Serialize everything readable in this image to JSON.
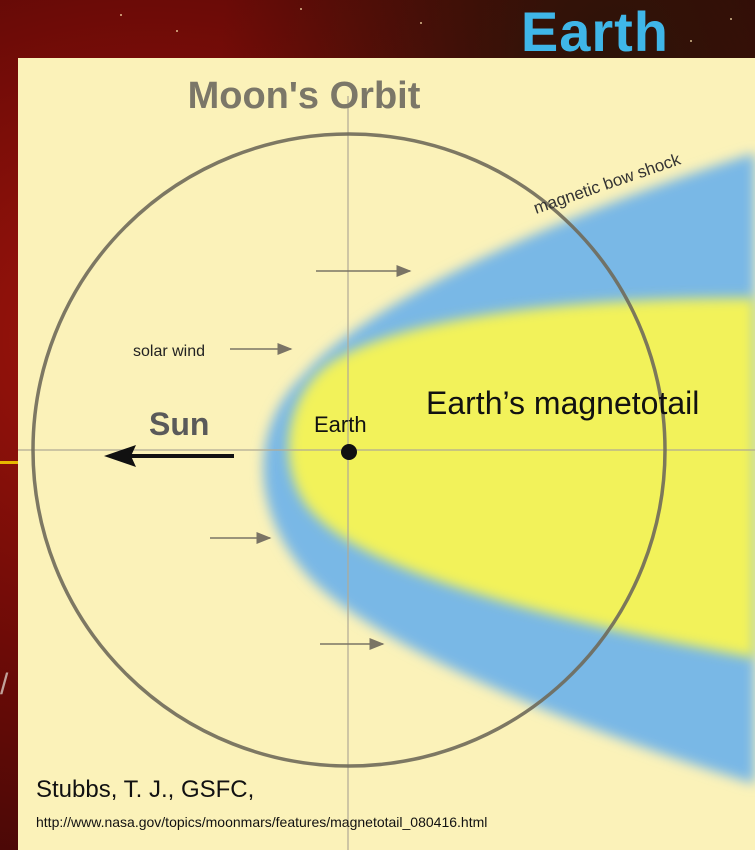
{
  "slide": {
    "title": "Earth"
  },
  "diagram": {
    "title": "Moon's Orbit",
    "labels": {
      "bow_shock": "magnetic bow shock",
      "solar_wind": "solar wind",
      "sun": "Sun",
      "earth": "Earth",
      "magnetotail": "Earth’s magnetotail"
    },
    "colors": {
      "panel": "#fbf2b9",
      "magnetosheath": "#79b8e6",
      "magnetotail": "#f2f25a",
      "orbit": "#6f6a5a"
    }
  },
  "credit": {
    "author": "Stubbs, T. J., GSFC,",
    "url": "http://www.nasa.gov/topics/moonmars/features/magnetotail_080416.html"
  }
}
